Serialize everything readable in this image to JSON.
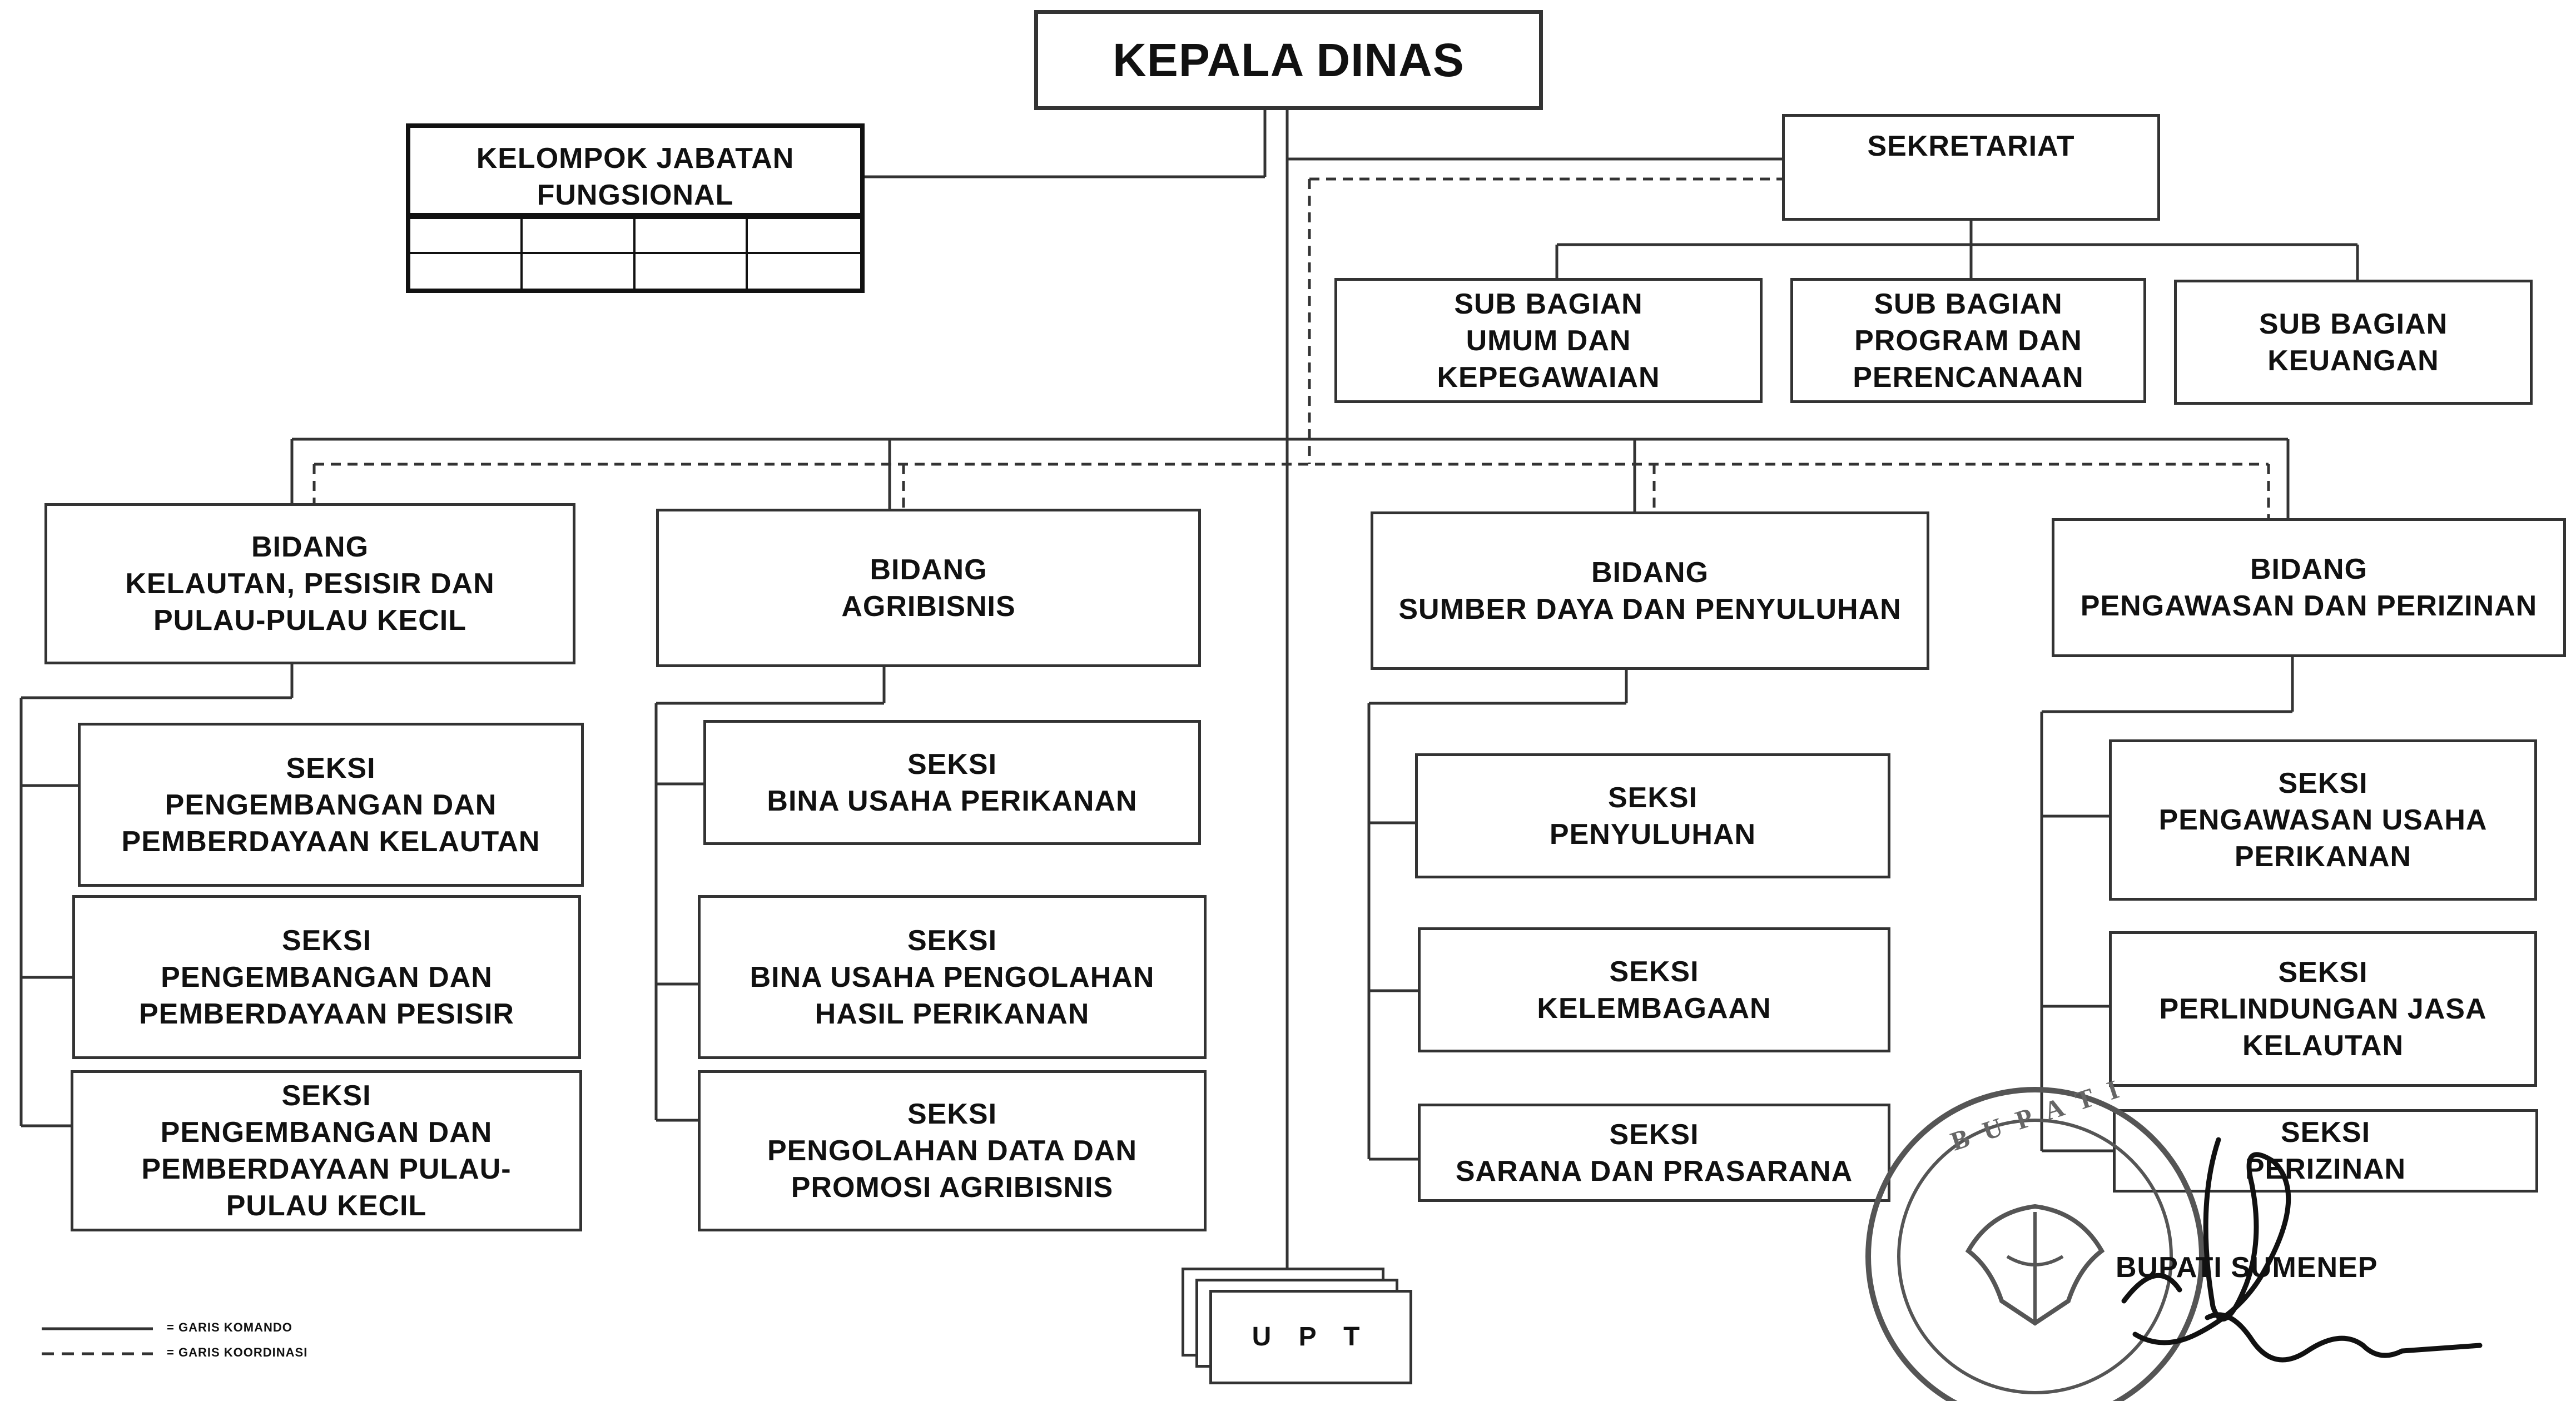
{
  "diagram": {
    "head": "KEPALA DINAS",
    "functional_group": [
      "KELOMPOK JABATAN",
      "FUNGSIONAL"
    ],
    "secretariat": {
      "label": "SEKRETARIAT",
      "sub_sections": [
        [
          "SUB BAGIAN",
          "UMUM DAN",
          "KEPEGAWAIAN"
        ],
        [
          "SUB BAGIAN",
          "PROGRAM DAN",
          "PERENCANAAN"
        ],
        [
          "SUB BAGIAN",
          "KEUANGAN"
        ]
      ]
    },
    "divisions": [
      {
        "label": [
          "BIDANG",
          "KELAUTAN, PESISIR DAN",
          "PULAU-PULAU KECIL"
        ],
        "sections": [
          [
            "SEKSI",
            "PENGEMBANGAN DAN",
            "PEMBERDAYAAN KELAUTAN"
          ],
          [
            "SEKSI",
            "PENGEMBANGAN DAN",
            "PEMBERDAYAAN PESISIR"
          ],
          [
            "SEKSI",
            "PENGEMBANGAN DAN",
            "PEMBERDAYAAN PULAU-",
            "PULAU KECIL"
          ]
        ]
      },
      {
        "label": [
          "BIDANG",
          "AGRIBISNIS"
        ],
        "sections": [
          [
            "SEKSI",
            "BINA USAHA PERIKANAN"
          ],
          [
            "SEKSI",
            "BINA USAHA PENGOLAHAN",
            "HASIL PERIKANAN"
          ],
          [
            "SEKSI",
            "PENGOLAHAN DATA DAN",
            "PROMOSI AGRIBISNIS"
          ]
        ]
      },
      {
        "label": [
          "BIDANG",
          "SUMBER DAYA DAN PENYULUHAN"
        ],
        "sections": [
          [
            "SEKSI",
            "PENYULUHAN"
          ],
          [
            "SEKSI",
            "KELEMBAGAAN"
          ],
          [
            "SEKSI",
            "SARANA DAN PRASARANA"
          ]
        ]
      },
      {
        "label": [
          "BIDANG",
          "PENGAWASAN DAN PERIZINAN"
        ],
        "sections": [
          [
            "SEKSI",
            "PENGAWASAN USAHA",
            "PERIKANAN"
          ],
          [
            "SEKSI",
            "PERLINDUNGAN JASA",
            "KELAUTAN"
          ],
          [
            "SEKSI",
            "PERIZINAN"
          ]
        ]
      }
    ],
    "upt": "U P T",
    "legend": {
      "command_line": "= GARIS KOMANDO",
      "coordination_line": "= GARIS KOORDINASI"
    },
    "signature": {
      "title": "BUPATI SUMENEP",
      "seal_text": "BUPATI"
    }
  },
  "colors": {
    "line": "#333333",
    "text": "#111111",
    "seal": "#555555"
  }
}
